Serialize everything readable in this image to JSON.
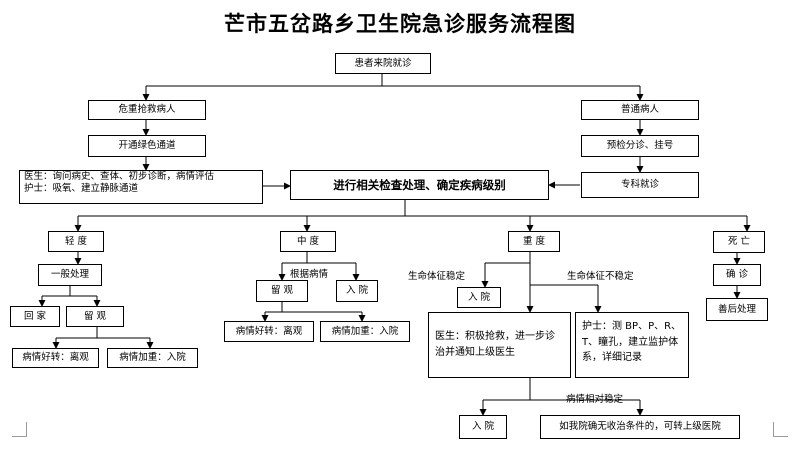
{
  "title": "芒市五岔路乡卫生院急诊服务流程图",
  "nodes": {
    "start": "患者来院就诊",
    "critical": "危重抢救病人",
    "normal": "普通病人",
    "green_channel": "开通绿色通道",
    "triage": "预检分诊、挂号",
    "doctor_nurse_line1": "医生：询问病史、查体、初步诊断，病情评估",
    "doctor_nurse_line2": "护士：吸氧、建立静脉通道",
    "exam": "进行相关检查处理、确定疾病级别",
    "specialist": "专科就诊",
    "mild": "轻 度",
    "moderate": "中 度",
    "severe": "重 度",
    "death": "死 亡",
    "general_treatment": "一般处理",
    "home": "回 家",
    "observe_mild": "留 观",
    "mild_better": "病情好转：离观",
    "mild_worse": "病情加重：入院",
    "observe_moderate": "留 观",
    "admit_moderate": "入 院",
    "moderate_better": "病情好转：离观",
    "moderate_worse": "病情加重：入院",
    "admit_severe": "入 院",
    "doctor_rescue": "医生：积极抢救，进一步诊治并通知上级医生",
    "nurse_monitor": "护士：测 BP、P、R、T、瞳孔，建立监护体系，详细记录",
    "confirm": "确 诊",
    "aftercare": "善后处理",
    "admit_final": "入 院",
    "transfer": "如我院确无收治条件的，可转上级医院"
  },
  "labels": {
    "by_condition": "根据病情",
    "vital_stable": "生命体征稳定",
    "vital_unstable": "生命体征不稳定",
    "relatively_stable": "病情相对稳定"
  }
}
